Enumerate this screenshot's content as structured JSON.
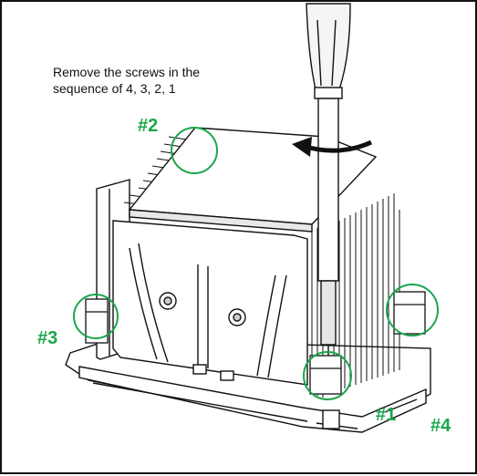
{
  "instruction": {
    "line1": "Remove the screws in the",
    "line2": "sequence of 4, 3, 2, 1"
  },
  "callouts": {
    "screw1": "#1",
    "screw2": "#2",
    "screw3": "#3",
    "screw4": "#4"
  },
  "colors": {
    "callout": "#1aa64a",
    "outline": "#111111"
  },
  "icons": {
    "tool": "screwdriver-icon",
    "direction": "counterclockwise-arrow-icon"
  }
}
